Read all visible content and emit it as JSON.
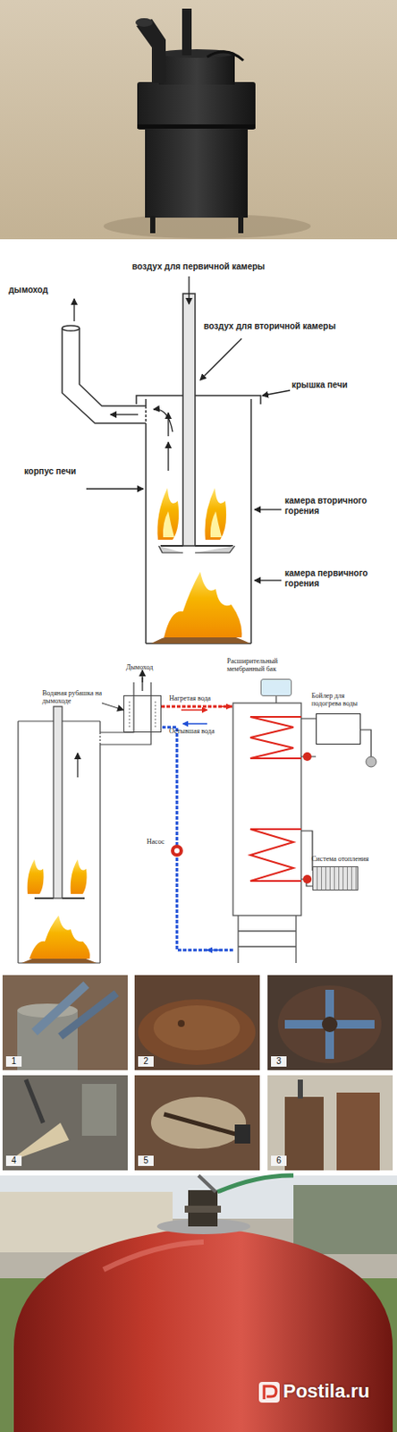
{
  "diagram": {
    "nodes": [
      {
        "text": [
          "Водяная рубашка на дымоходе"
        ]
      },
      {
        "text": [
          "Расширительный мембранный бак"
        ]
      },
      {
        "text": [
          "Бойлер для подогрева воды"
        ]
      },
      {
        "text": [
          "Система отопления"
        ]
      }
    ],
    "labels": [
      "воздух для первичной камеры",
      "дымоход",
      "воздух для вторичной камеры",
      "крышка печи",
      "корпус печи",
      "камера вторичного горения",
      "камера первичного горения",
      "Дымоход",
      "Нагретая вода",
      "Остывшая вода",
      "Насос",
      "1",
      "2",
      "3",
      "4",
      "5",
      "6",
      "Postila.ru"
    ]
  }
}
